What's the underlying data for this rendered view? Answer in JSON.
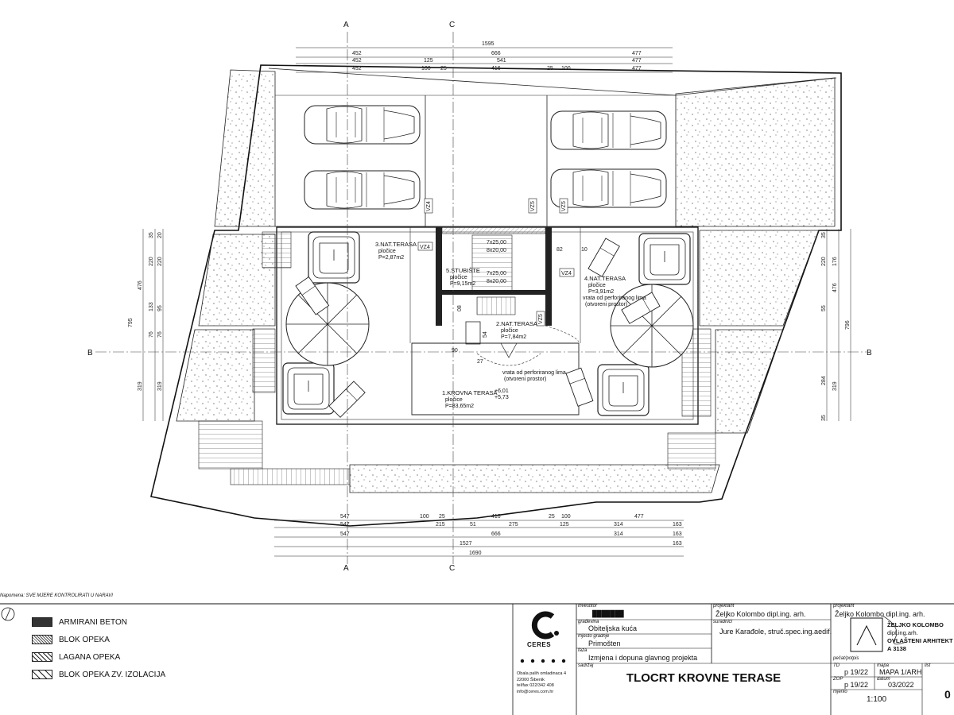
{
  "drawing": {
    "section_markers": {
      "a": "A",
      "c": "C",
      "b": "B"
    },
    "top_dims": {
      "row1": [
        "1595"
      ],
      "row2": [
        "452",
        "666",
        "477"
      ],
      "row3": [
        "452",
        "125",
        "541",
        "477"
      ],
      "row4": [
        "452",
        "100",
        "25",
        "416",
        "25",
        "100",
        "477"
      ]
    },
    "bottom_dims": {
      "row1": [
        "547",
        "100",
        "25",
        "416",
        "25",
        "100",
        "477"
      ],
      "row2": [
        "547",
        "215",
        "51",
        "275",
        "125",
        "314",
        "163"
      ],
      "row3": [
        "547",
        "666",
        "314",
        "163"
      ],
      "row4": [
        "1527",
        "163"
      ],
      "row5": [
        "1690"
      ]
    },
    "left_dims": [
      "35",
      "20",
      "220",
      "220",
      "476",
      "133",
      "795",
      "95",
      "76",
      "76",
      "319",
      "319"
    ],
    "right_dims": [
      "35",
      "220",
      "176",
      "476",
      "55",
      "796",
      "35",
      "319",
      "284"
    ],
    "stair_dims": [
      "7x25,00",
      "8x20,00",
      "7x25,00",
      "8x20,00"
    ],
    "misc_dims": [
      "82",
      "10",
      "90",
      "27",
      "54",
      "08"
    ],
    "vz_tags": [
      "VZ4",
      "VZ4",
      "VZ5",
      "VZ5",
      "VZ4",
      "VZ5"
    ],
    "rooms": [
      {
        "name": "3.NAT.TERASA",
        "floor": "pločice",
        "area": "P=2,87m2"
      },
      {
        "name": "5.STUBIŠTE",
        "floor": "pločice",
        "area": "P=9,15m2"
      },
      {
        "name": "4.NAT.TERASA",
        "floor": "pločice",
        "area": "P=3,91m2"
      },
      {
        "name": "2.NAT.TERASA",
        "floor": "pločice",
        "area": "P=7,84m2"
      },
      {
        "name": "1.KROVNA TERASA",
        "floor": "pločice",
        "area": "P=83,65m2"
      }
    ],
    "door_note_1": "vrata od perforiranog lima",
    "door_note_1b": "(otvoreni prostor)",
    "door_note_2": "vrata od perforiranog lima",
    "door_note_2b": "(otvoreni prostor)",
    "levels": [
      "+6,01",
      "+5,73"
    ],
    "note": "Napomena: SVE MJERE KONTROLIRATI U NARAVI"
  },
  "legend": {
    "items": [
      {
        "label": "ARMIRANI BETON"
      },
      {
        "label": "BLOK OPEKA"
      },
      {
        "label": "LAGANA OPEKA"
      },
      {
        "label": "BLOK OPEKA ZV. IZOLACIJA"
      }
    ]
  },
  "company": {
    "name": "CERES",
    "address_1": "Obala palih omladinaca 4",
    "address_2": "22000 Šibenik",
    "phone": "tel/fax 022/342 408",
    "email": "info@ceres.com.hr"
  },
  "titleblock": {
    "investor_caption": "investitor",
    "investor_value": "███████",
    "building_caption": "građevina",
    "building_value": "Obiteljska kuća",
    "location_caption": "mjesto gradnje",
    "location_value": "Primošten",
    "phase_caption": "faza",
    "phase_value": "Izmjena i dopuna glavnog projekta",
    "content_caption": "sadržaj",
    "content_value": "TLOCRT KROVNE TERASE",
    "designer_caption": "projektant",
    "designer_value": "Željko Kolombo dipl.ing. arh.",
    "associate_caption": "suradnici",
    "associate_value": "Jure Karađole, struč.spec.ing.aedif.",
    "chief_caption": "projektant",
    "chief_value": "Željko Kolombo dipl.ing. arh.",
    "stamp_line_1": "ŽELJKO KOLOMBO",
    "stamp_line_2": "dipl.ing.arh.",
    "stamp_line_3": "OVLAŠTENI ARHITEKT",
    "stamp_line_4": "A 3138",
    "sign_caption": "pečat/potpis",
    "td_caption": "TD",
    "td_value": "p 19/22",
    "map_caption": "mapa",
    "map_value": "MAPA 1/ARH",
    "zop_caption": "ZOP",
    "zop_value": "p 19/22",
    "date_caption": "datum",
    "date_value": "03/2022",
    "scale_caption": "mjerilo",
    "scale_value": "1:100",
    "sheet_caption": "list",
    "sheet_value": "0"
  }
}
